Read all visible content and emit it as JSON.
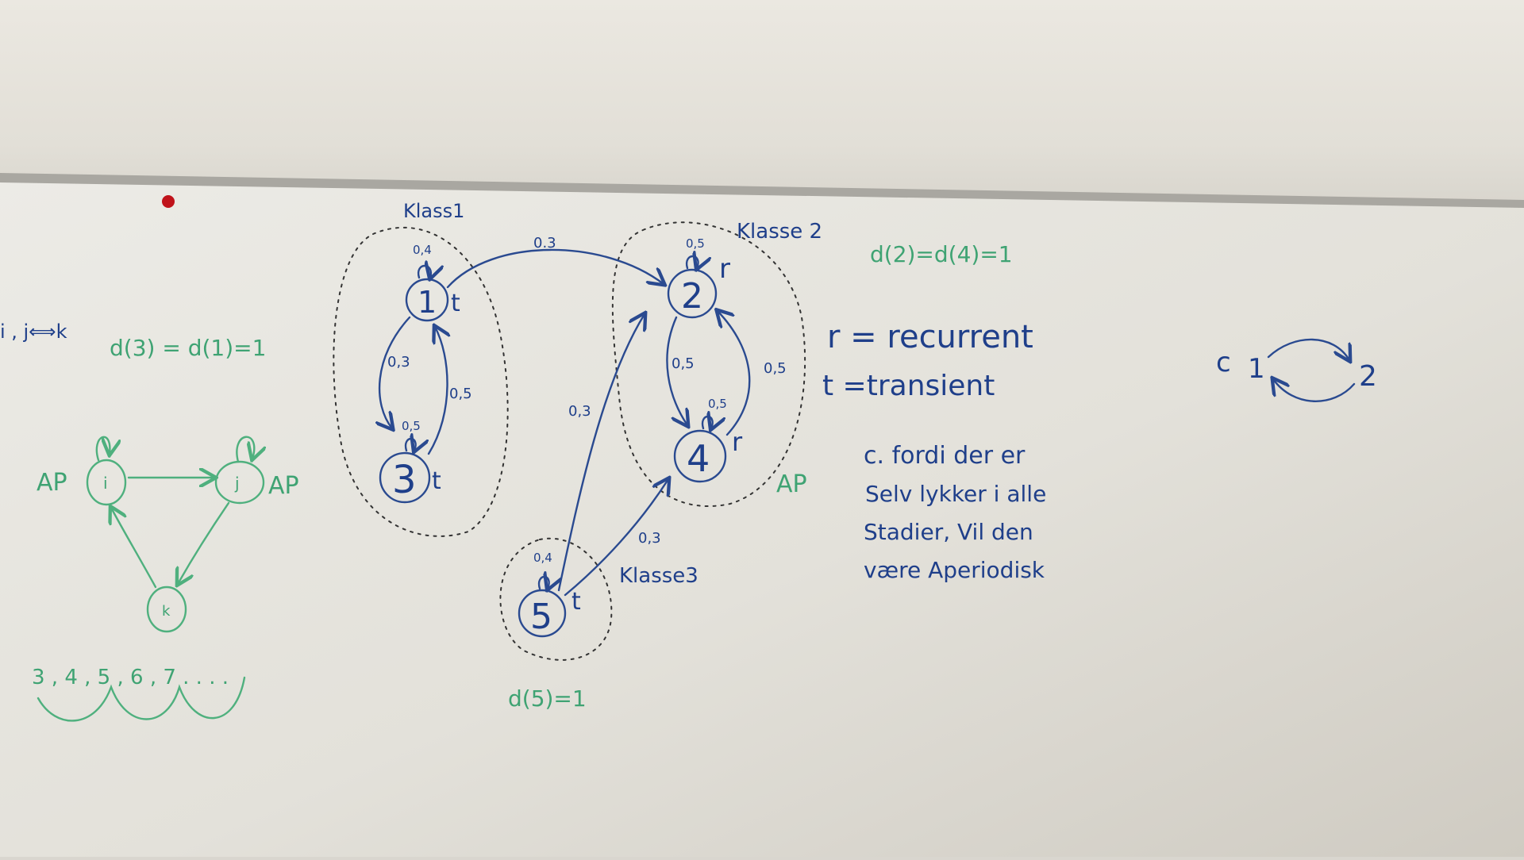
{
  "board": {
    "class_labels": {
      "k1": "Klass1",
      "k2": "Klasse 2",
      "k3": "Klasse3"
    },
    "states": {
      "s1": "1",
      "s2": "2",
      "s3": "3",
      "s4": "4",
      "s5": "5"
    },
    "state_tags": {
      "s1": "t",
      "s2": "r",
      "s3": "t",
      "s4": "r",
      "s5": "t"
    },
    "probabilities": {
      "self_1": "0,4",
      "self_2": "0,5",
      "self_3": "0,5",
      "self_4": "0,5",
      "self_5": "0,4",
      "p12": "0.3",
      "p13": "0,3",
      "p31": "0,5",
      "p24": "0,5",
      "p42": "0,5",
      "p52": "0,3",
      "p54": "0,3"
    },
    "period_notes": {
      "d2_d4": "d(2)=d(4)=1",
      "d3_d1": "d(3)  = d(1)=1",
      "d5": "d(5)=1",
      "ap_right": "AP"
    },
    "legend": {
      "recurrent": "r = recurrent",
      "transient": "t =transient"
    },
    "explanation": [
      "c.  fordi  der  er",
      "Selv  lykker  i  alle",
      "Stadier, Vil  den",
      "være  Aperiodisk"
    ],
    "left_diagram": {
      "rel": "i , j⟺k",
      "node_i": "i",
      "node_j": "j",
      "node_k": "k",
      "ap_left": "AP",
      "ap_j": "AP",
      "sequence": "3 , 4 , 5 , 6 , 7 . . . ."
    },
    "right_cycle": {
      "prefix": "c",
      "node_a": "1",
      "node_b": "2"
    }
  },
  "colors": {
    "marker_blue": "#1f3f8a",
    "marker_green": "#3fa373",
    "magnet_red": "#c0131a"
  }
}
